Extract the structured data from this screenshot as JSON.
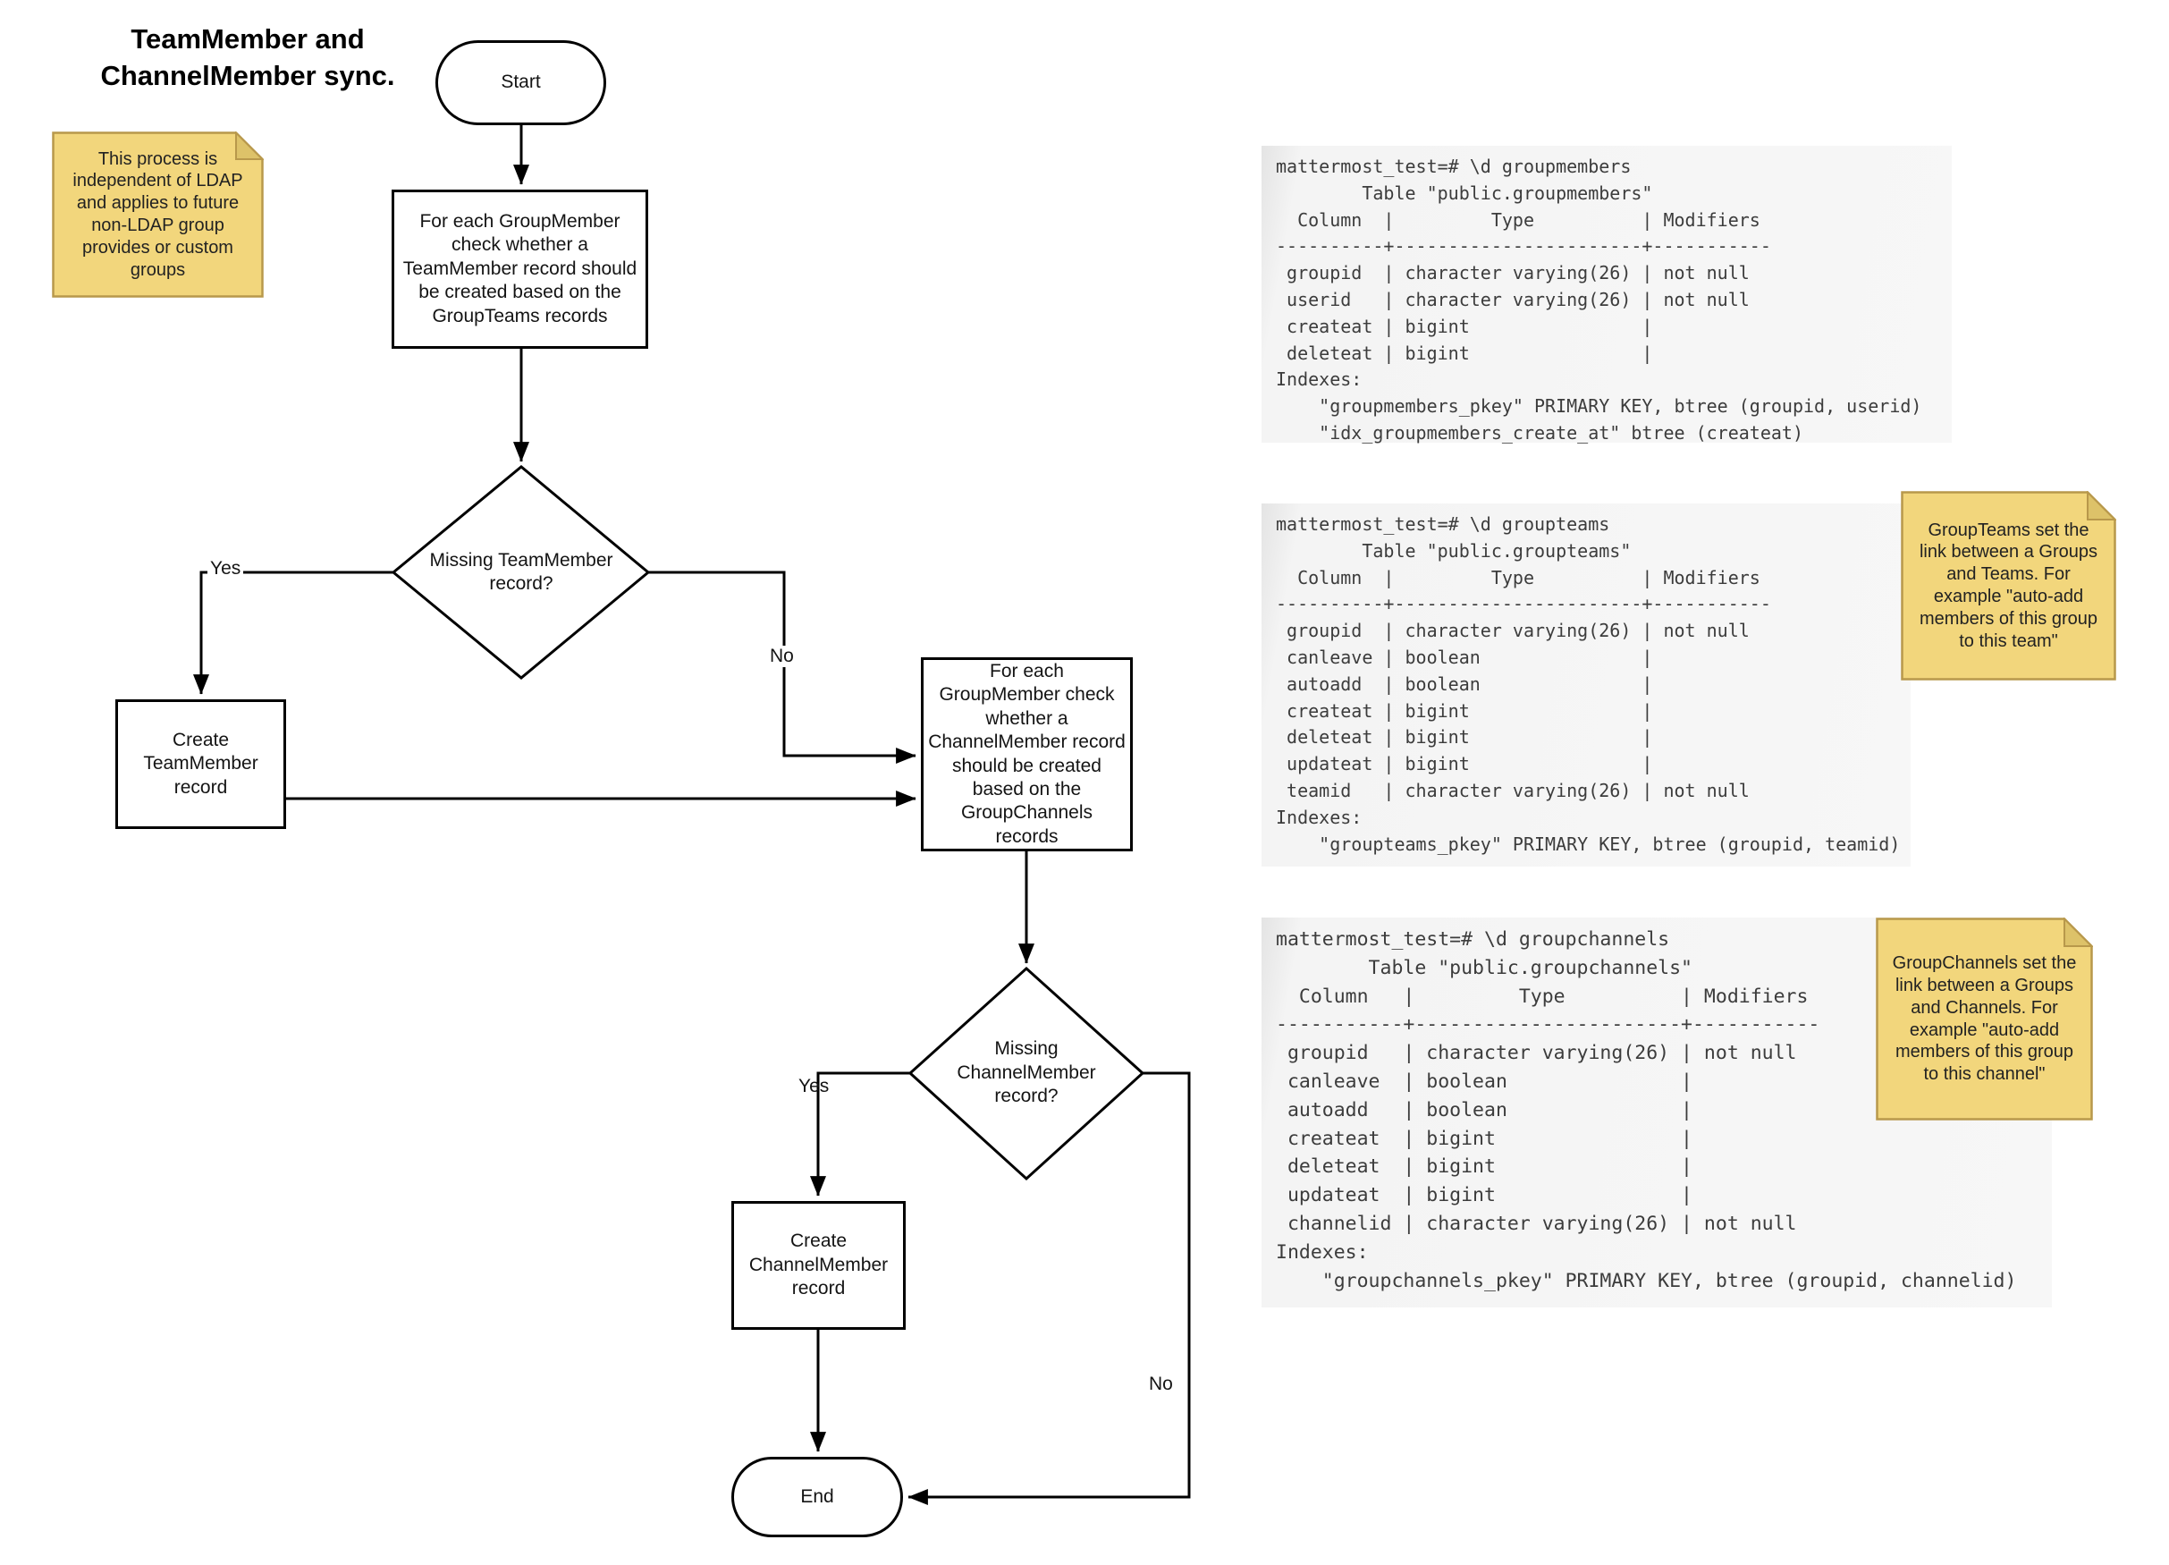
{
  "title": "TeamMember and\nChannelMember sync.",
  "notes": {
    "ldap": "This process is\nindependent of LDAP\nand applies to future\nnon-LDAP group\nprovides or custom\ngroups",
    "groupteams": "GroupTeams set the\nlink between a Groups\nand Teams. For\nexample \"auto-add\nmembers of this group\nto this team\"",
    "groupchannels": "GroupChannels set the\nlink between a Groups\nand Channels. For\nexample \"auto-add\nmembers of this group\nto this channel\""
  },
  "flowchart": {
    "start_label": "Start",
    "process_teammember": "For each GroupMember\ncheck whether a\nTeamMember record should\nbe created based on the\nGroupTeams records",
    "decision_teammember": "Missing TeamMember\nrecord?",
    "create_teammember": "Create\nTeamMember\nrecord",
    "process_channelmember": "For each\nGroupMember check\nwhether a\nChannelMember record\nshould be created\nbased on the\nGroupChannels\nrecords",
    "decision_channelmember": "Missing\nChannelMember\nrecord?",
    "create_channelmember": "Create\nChannelMember\nrecord",
    "end_label": "End",
    "labels": {
      "yes_teammember": "Yes",
      "no_teammember": "No",
      "yes_channelmember": "Yes",
      "no_channelmember": "No"
    }
  },
  "terminals": {
    "groupmembers": "mattermost_test=# \\d groupmembers\n        Table \"public.groupmembers\"\n  Column  |         Type          | Modifiers\n----------+-----------------------+-----------\n groupid  | character varying(26) | not null\n userid   | character varying(26) | not null\n createat | bigint                |\n deleteat | bigint                |\nIndexes:\n    \"groupmembers_pkey\" PRIMARY KEY, btree (groupid, userid)\n    \"idx_groupmembers_create_at\" btree (createat)",
    "groupteams": "mattermost_test=# \\d groupteams\n        Table \"public.groupteams\"\n  Column  |         Type          | Modifiers\n----------+-----------------------+-----------\n groupid  | character varying(26) | not null\n canleave | boolean               |\n autoadd  | boolean               |\n createat | bigint                |\n deleteat | bigint                |\n updateat | bigint                |\n teamid   | character varying(26) | not null\nIndexes:\n    \"groupteams_pkey\" PRIMARY KEY, btree (groupid, teamid)",
    "groupchannels": "mattermost_test=# \\d groupchannels\n        Table \"public.groupchannels\"\n  Column   |         Type          | Modifiers\n-----------+-----------------------+-----------\n groupid   | character varying(26) | not null\n canleave  | boolean               |\n autoadd   | boolean               |\n createat  | bigint                |\n deleteat  | bigint                |\n updateat  | bigint                |\n channelid | character varying(26) | not null\nIndexes:\n    \"groupchannels_pkey\" PRIMARY KEY, btree (groupid, channelid)"
  },
  "colors": {
    "note_fill": "#f2d67c",
    "note_fold": "#ddc269",
    "note_border": "#b8984b",
    "line": "#000000",
    "shape_fill": "#ffffff",
    "code_text": "#3c3c3c",
    "code_bg": "#f0f0f0"
  }
}
